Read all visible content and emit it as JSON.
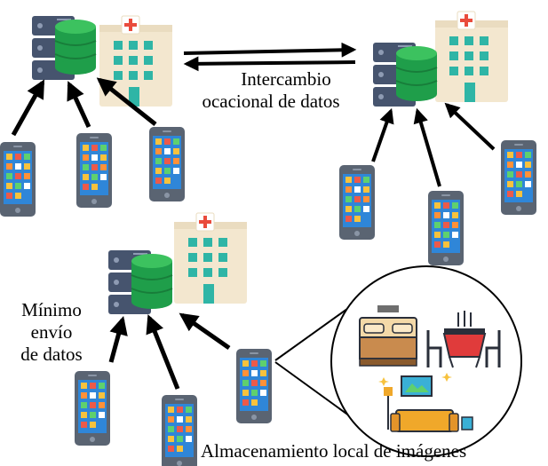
{
  "labels": {
    "exchange_line1": "Intercambio",
    "exchange_line2": "ocacional de datos",
    "minimal_line1": "Mínimo",
    "minimal_line2": "envío",
    "minimal_line3": "de datos",
    "storage": "Almacenamiento local de imágenes"
  },
  "colors": {
    "server_dark": "#46546e",
    "server_mid": "#5b6a85",
    "db_green": "#1f9e4a",
    "db_green_light": "#3cc25f",
    "hospital_wall": "#f3e7cf",
    "hospital_window": "#2fb5a6",
    "hospital_cross": "#e94b3c",
    "phone_body": "#5a6472",
    "phone_screen": "#2f86d8",
    "arrow": "#000000"
  },
  "icons": {
    "server": "server-database-icon",
    "hospital": "hospital-building-icon",
    "phone": "smartphone-icon",
    "bed": "hotel-bed-icon",
    "dining": "dining-table-icon",
    "living": "living-room-sofa-icon"
  }
}
